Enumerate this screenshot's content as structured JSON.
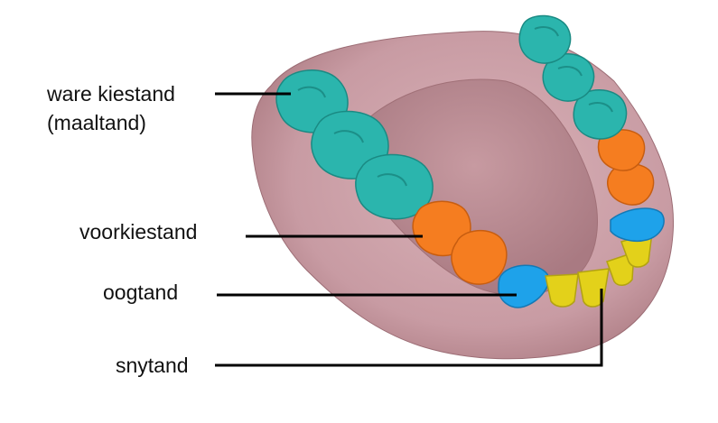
{
  "labels": {
    "molar_line1": "ware kiestand",
    "molar_line2": "(maaltand)",
    "premolar": "voorkiestand",
    "canine": "oogtand",
    "incisor": "snytand"
  },
  "colors": {
    "molar": "#2bb5ad",
    "premolar": "#f57d20",
    "canine": "#1ea2ea",
    "incisor": "#e3d11a",
    "gum": "#c79aa2",
    "palate": "#bb8f96",
    "leader_line": "#000000"
  }
}
